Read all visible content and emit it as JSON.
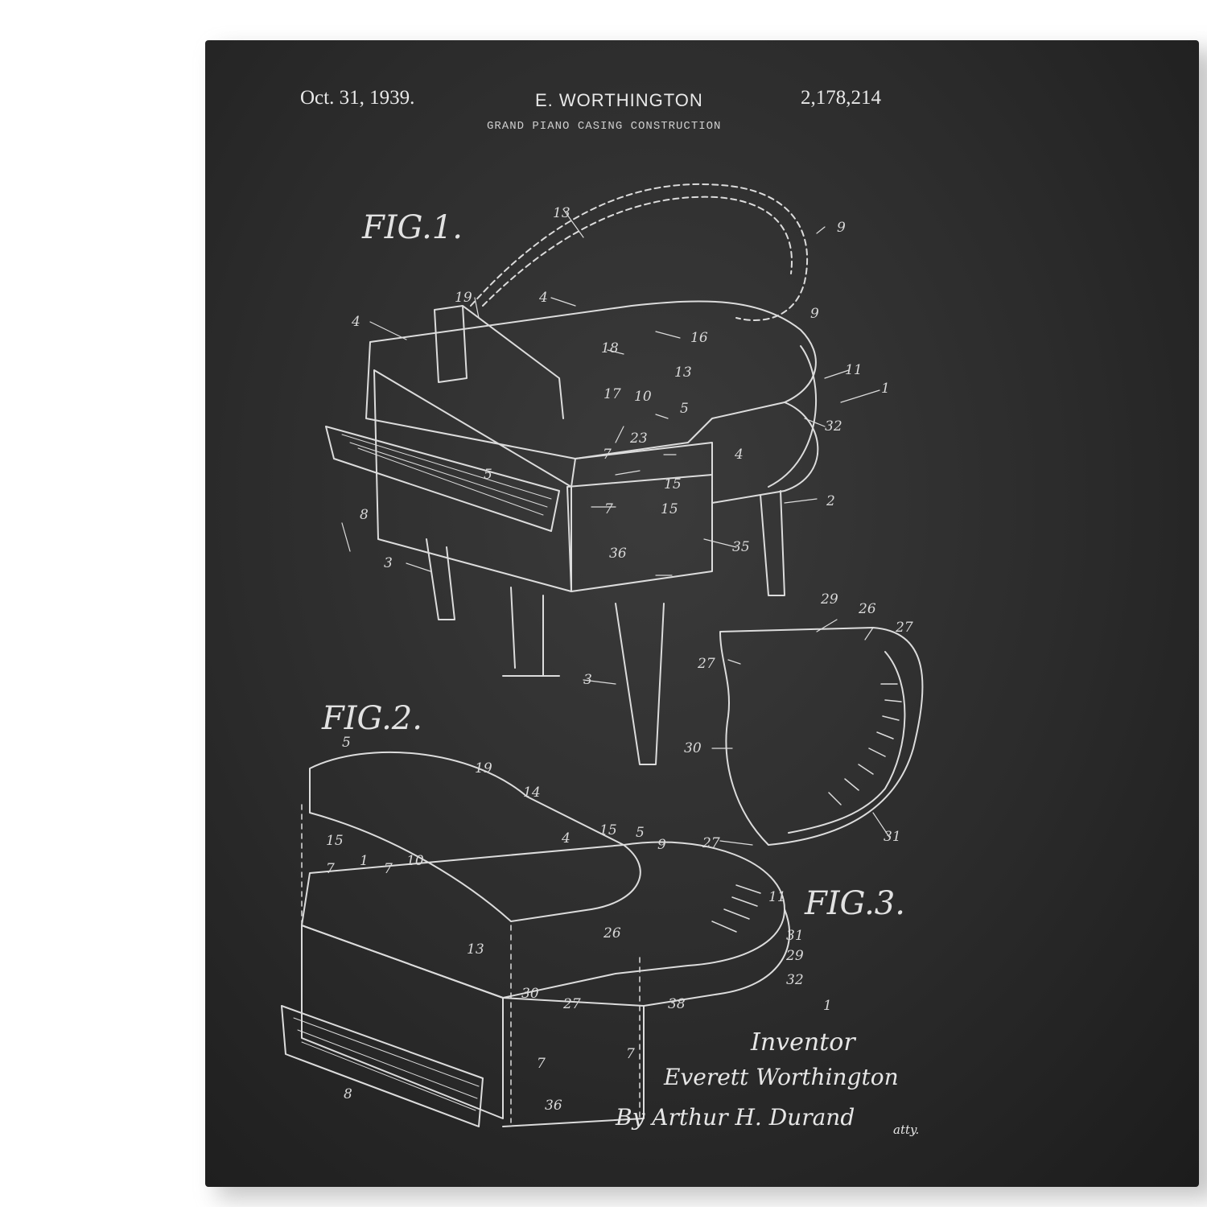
{
  "header": {
    "date": "Oct. 31, 1939.",
    "inventor_name": "E. WORTHINGTON",
    "patent_number": "2,178,214",
    "title": "GRAND PIANO CASING CONSTRUCTION"
  },
  "figures": {
    "fig1": "FIG.1.",
    "fig2": "FIG.2.",
    "fig3": "FIG.3."
  },
  "signature": {
    "role": "Inventor",
    "name": "Everett Worthington",
    "attorney": "By Arthur H. Durand",
    "attorney_suffix": "atty."
  },
  "reference_numbers": {
    "fig1": [
      "13",
      "9",
      "19",
      "4",
      "4",
      "18",
      "16",
      "9",
      "11",
      "1",
      "17",
      "10",
      "13",
      "5",
      "32",
      "23",
      "7",
      "4",
      "5",
      "15",
      "2",
      "8",
      "7",
      "15",
      "3",
      "36",
      "35",
      "3"
    ],
    "fig2": [
      "5",
      "19",
      "14",
      "15",
      "4",
      "15",
      "5",
      "9",
      "7",
      "1",
      "7",
      "10",
      "11",
      "26",
      "13",
      "31",
      "29",
      "32",
      "30",
      "27",
      "38",
      "1",
      "7",
      "7",
      "8",
      "36"
    ],
    "fig3": [
      "29",
      "26",
      "27",
      "27",
      "30",
      "31",
      "27"
    ]
  },
  "colors": {
    "background": "#2b2b2b",
    "chalk": "#e6e6e6"
  }
}
